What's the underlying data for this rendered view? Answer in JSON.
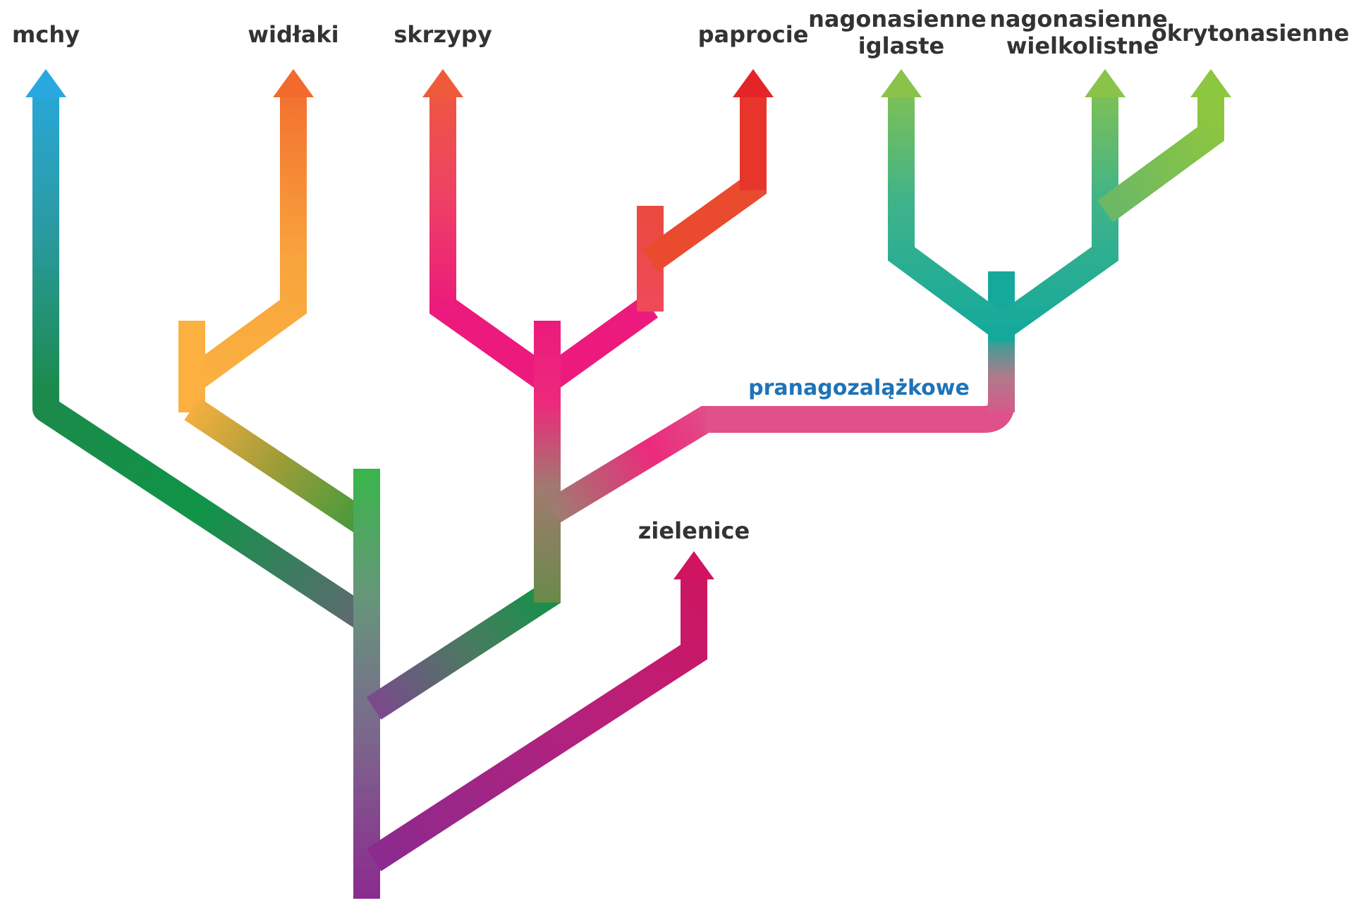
{
  "taxa": {
    "mchy": "mchy",
    "widlaki": "widłaki",
    "skrzypy": "skrzypy",
    "paprocie": "paprocie",
    "nagonasienne_iglaste": [
      "nagonasienne",
      "iglaste"
    ],
    "nagonasienne_wielkolistne": [
      "nagonasienne",
      "wielkolistne"
    ],
    "okrytonasienne": "okrytonasienne",
    "zielenice": "zielenice"
  },
  "clades": {
    "pranagozalazkowe": "pranagozalążkowe"
  },
  "colors": {
    "label_text": "#333333",
    "clade_label": "#1f73b7",
    "mchy": "#29a8e0",
    "widlaki": "#f26a2e",
    "skrzypy": "#ef5b3a",
    "paprocie": "#e42427",
    "nagonasienne": "#8bc34a",
    "okrytonasienne": "#8dc63f",
    "zielenice": "#d0145f",
    "trunk_green": "#39b54a",
    "trunk_purple": "#8b2a8f",
    "dark_green": "#0f9447",
    "orange": "#fbb040",
    "pink": "#ec1a7c",
    "teal": "#15a99b"
  }
}
